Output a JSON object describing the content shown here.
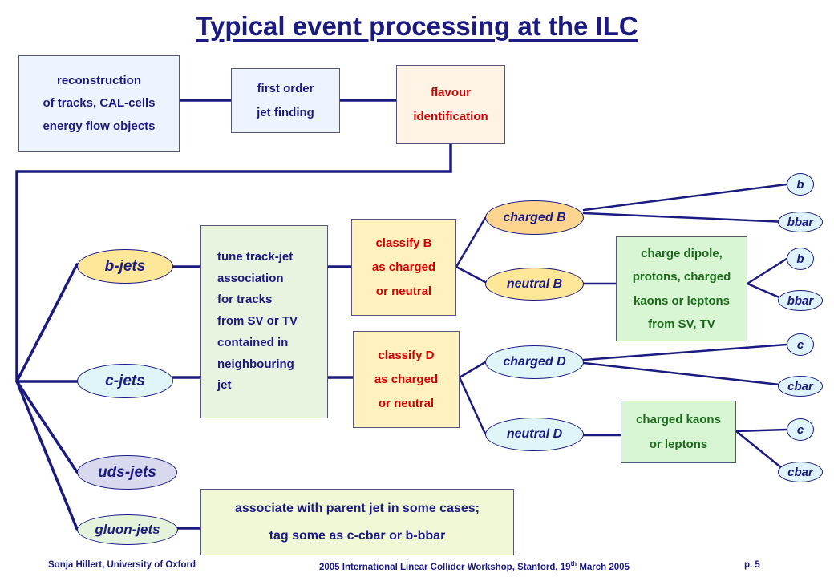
{
  "title": "Typical event processing at the ILC",
  "boxes": {
    "reconstruction": [
      "reconstruction",
      "of tracks, CAL-cells",
      "energy flow objects"
    ],
    "jet_finding": [
      "first order",
      "jet finding"
    ],
    "flavour": [
      "flavour",
      "identification"
    ],
    "tune": [
      "tune track-jet",
      "association",
      "for tracks",
      "from SV or TV",
      "contained in",
      "neighbouring",
      "jet"
    ],
    "classify_b": [
      "classify B",
      "as charged",
      "or neutral"
    ],
    "classify_d": [
      "classify D",
      "as charged",
      "or neutral"
    ],
    "charge_dipole": [
      "charge dipole,",
      "protons, charged",
      "kaons or leptons",
      "from SV, TV"
    ],
    "charged_kaons": [
      "charged kaons",
      "or leptons"
    ],
    "associate": [
      "associate with parent jet in some cases;",
      "tag some as c-cbar or b-bbar"
    ]
  },
  "jets": {
    "b": "b-jets",
    "c": "c-jets",
    "uds": "uds-jets",
    "gluon": "gluon-jets"
  },
  "mesons": {
    "charged_b": "charged B",
    "neutral_b": "neutral B",
    "charged_d": "charged D",
    "neutral_d": "neutral D"
  },
  "quarks": {
    "q1": "b",
    "q2": "bbar",
    "q3": "b",
    "q4": "bbar",
    "q5": "c",
    "q6": "cbar",
    "q7": "c",
    "q8": "cbar"
  },
  "footer": {
    "author": "Sonja Hillert, University of Oxford",
    "event_pre": "2005 International Linear Collider Workshop, Stanford, 19",
    "event_sup": "th",
    "event_post": " March 2005",
    "page": "p. 5"
  },
  "colors": {
    "title": "#1a1a80",
    "line": "#1a1a80",
    "box_blue": "#eef4ff",
    "box_cream": "#fff3e6",
    "box_yellow": "#fff2bf",
    "box_green": "#d8f5d4",
    "box_pale_green": "#e8f3e0",
    "box_lime": "#f0f8d6",
    "text_red": "#d40000",
    "text_green": "#1a6a1a",
    "ellipse_yellow": "#ffe79a",
    "ellipse_orange": "#fdd58f",
    "ellipse_cyan": "#dff5f7",
    "ellipse_lavender": "#d8d8ef",
    "ellipse_green": "#e4f4dc",
    "ellipse_light_blue": "#dff4ff"
  }
}
